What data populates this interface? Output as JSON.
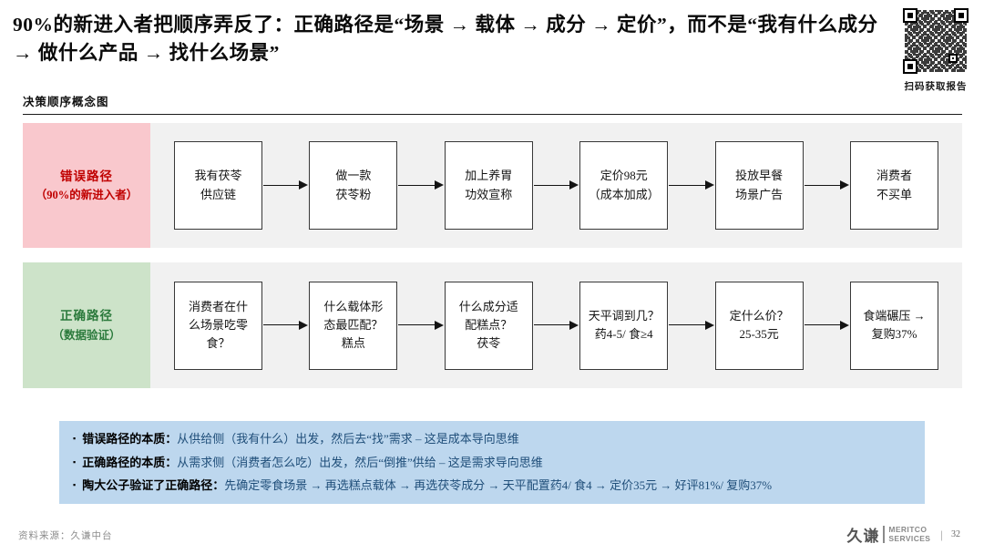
{
  "header": {
    "title": "90%的新进入者把顺序弄反了：正确路径是“场景 → 载体 → 成分 → 定价”，而不是“我有什么成分 → 做什么产品 → 找什么场景”",
    "qr_caption": "扫码获取报告"
  },
  "section": {
    "label": "决策顺序概念图"
  },
  "flows": {
    "wrong": {
      "label_title": "错误路径",
      "label_sub": "（90%的新进入者）",
      "boxes": [
        "我有茯苓\n供应链",
        "做一款\n茯苓粉",
        "加上养胃\n功效宣称",
        "定价98元\n（成本加成）",
        "投放早餐\n场景广告",
        "消费者\n不买单"
      ]
    },
    "right": {
      "label_title": "正确路径",
      "label_sub": "（数据验证）",
      "boxes": [
        "消费者在什\n么场景吃零\n食？",
        "什么载体形\n态最匹配？\n糕点",
        "什么成分适\n配糕点？\n茯苓",
        "天平调到几？\n药4-5/ 食≥4",
        "定什么价？\n25-35元",
        "食端碾压 →\n复购37%"
      ]
    }
  },
  "notes": [
    {
      "bold": "错误路径的本质：",
      "text": "从供给侧（我有什么）出发，然后去“找”需求 – 这是成本导向思维"
    },
    {
      "bold": "正确路径的本质：",
      "text": "从需求侧（消费者怎么吃）出发，然后“倒推”供给 – 这是需求导向思维"
    },
    {
      "bold": "陶大公子验证了正确路径：",
      "text": "先确定零食场景 → 再选糕点载体 → 再选茯苓成分 → 天平配置药4/ 食4 → 定价35元 → 好评81%/ 复购37%"
    }
  ],
  "footer": {
    "source": "资料来源：久谦中台",
    "logo_cn": "久谦",
    "logo_en_top": "MERITCO",
    "logo_en_bottom": "SERVICES",
    "page_sep": "|",
    "page": "32"
  },
  "colors": {
    "wrong_label_bg": "#F9C8CD",
    "wrong_label_text": "#C00000",
    "right_label_bg": "#CDE3C9",
    "right_label_text": "#2B7A3C",
    "lane_bg": "#F1F1F1",
    "notes_bg": "#BDD7EE",
    "notes_text": "#1F4E79"
  }
}
